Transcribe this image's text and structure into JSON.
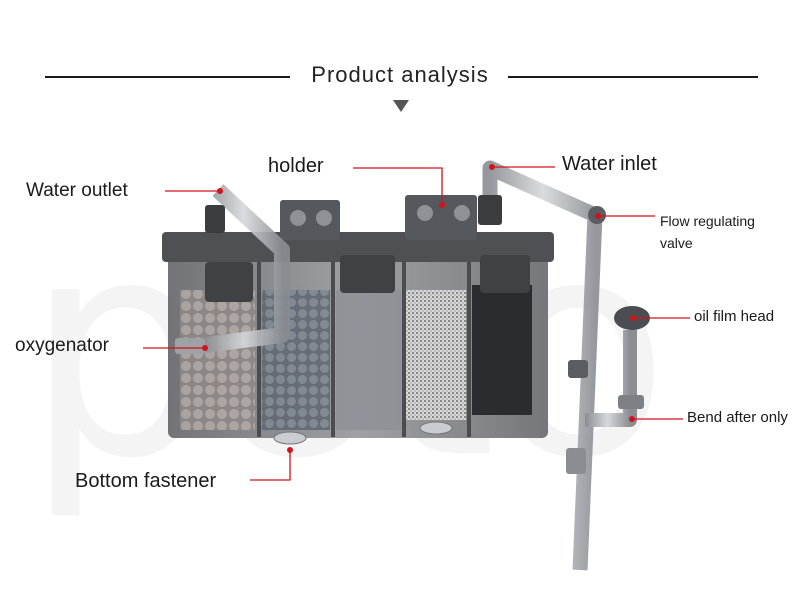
{
  "header": {
    "title": "Product analysis"
  },
  "labels": {
    "holder": "holder",
    "water_inlet": "Water inlet",
    "water_outlet": "Water outlet",
    "flow_valve_line1": "Flow regulating",
    "flow_valve_line2": "valve",
    "oil_film_head": "oil film head",
    "oxygenator": "oxygenator",
    "bend_after_only": "Bend after only",
    "bottom_fastener": "Bottom fastener"
  },
  "colors": {
    "leader": "#d0141c",
    "text": "#1a1a1a"
  },
  "icons": {
    "down_arrow": "triangle-down-icon"
  }
}
